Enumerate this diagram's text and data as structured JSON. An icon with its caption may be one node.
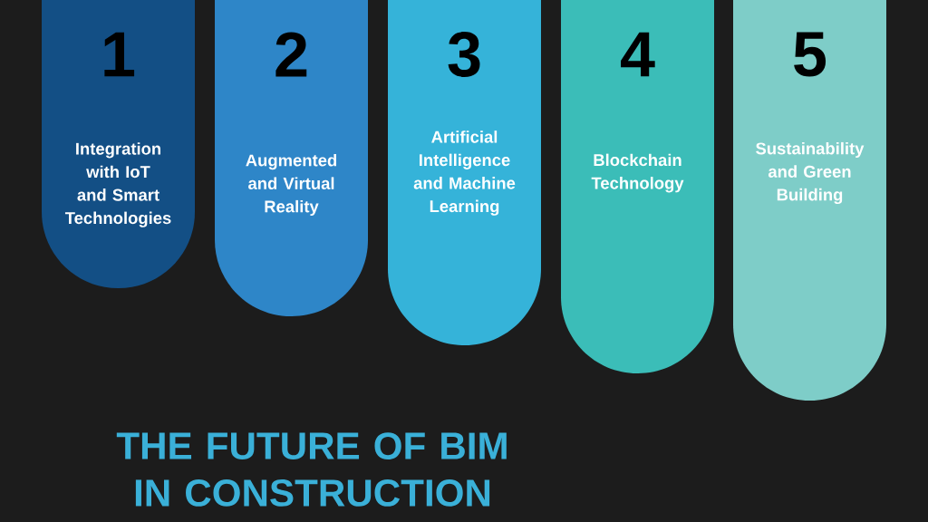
{
  "diagram": {
    "title": "THE FUTURE OF BIM IN CONSTRUCTION",
    "nodes": [
      {
        "text": [
          "1",
          "Integration with IoT and Smart Technologies"
        ]
      },
      {
        "text": [
          "2",
          "Augmented and Virtual Reality"
        ]
      },
      {
        "text": [
          "3",
          "Artificial Intelligence and Machine Learning"
        ]
      },
      {
        "text": [
          "4",
          "Blockchain Technology"
        ]
      },
      {
        "text": [
          "5",
          "Sustainability and Green Building"
        ]
      }
    ]
  }
}
